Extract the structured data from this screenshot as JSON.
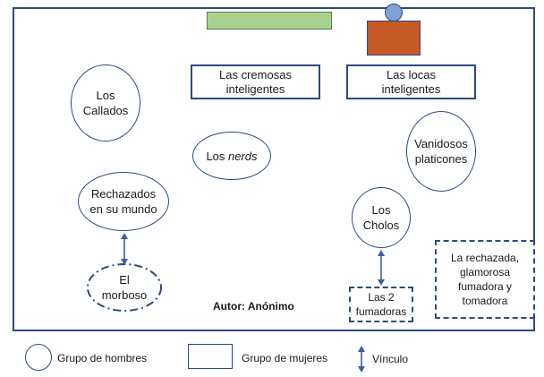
{
  "groups": {
    "los_callados": "Los\nCallados",
    "cremosas": "Las cremosas\ninteligentes",
    "locas": "Las locas\ninteligentes",
    "nerds_prefix": "Los ",
    "nerds_word": "nerds",
    "vanidosos": "Vanidosos\nplaticones",
    "rechazados": "Rechazados\nen su mundo",
    "cholos": "Los\nCholos",
    "morboso": "El\nmorboso",
    "fumadoras": "Las 2\nfumadoras",
    "rechazada": "La rechazada,\nglamorosa\nfumadora y\ntomadora"
  },
  "author": "Autor: Anónimo",
  "legend": {
    "men": "Grupo de hombres",
    "women": "Grupo de mujeres",
    "link": "Vínculo"
  },
  "colors": {
    "border": "#2f4a7e",
    "green_bar": "#a9d18e",
    "orange_desk": "#c55a28",
    "blue_head": "#7fa3d8",
    "arrow": "#3b5fa0"
  }
}
